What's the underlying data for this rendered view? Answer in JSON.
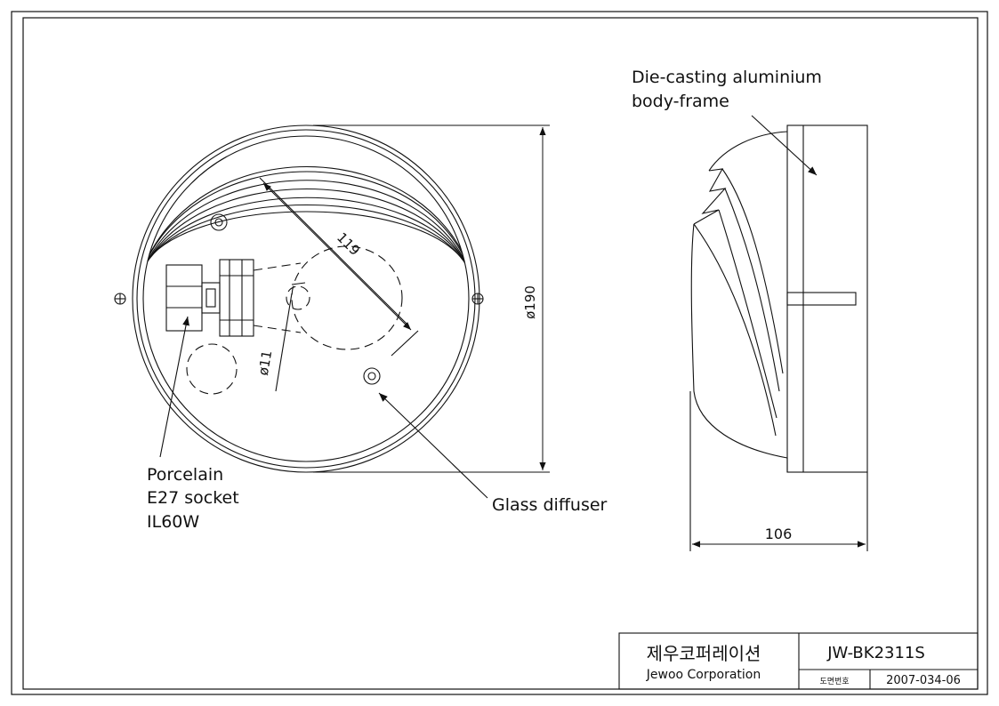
{
  "front_view": {
    "dim_diameter": "ø190",
    "dim_bulb_length": "119",
    "dim_bulb_neck": "ø11",
    "label_socket": [
      "Porcelain",
      "E27  socket",
      "IL60W"
    ],
    "label_diffuser": "Glass diffuser"
  },
  "side_view": {
    "label_body": [
      "Die-casting aluminium",
      "body-frame"
    ],
    "dim_depth": "106"
  },
  "title_block": {
    "company_korean": "제우코퍼레이션",
    "company_english": "Jewoo Corporation",
    "model": "JW-BK2311S",
    "drawing_no_label": "도면번호",
    "drawing_no": "2007-034-06"
  }
}
